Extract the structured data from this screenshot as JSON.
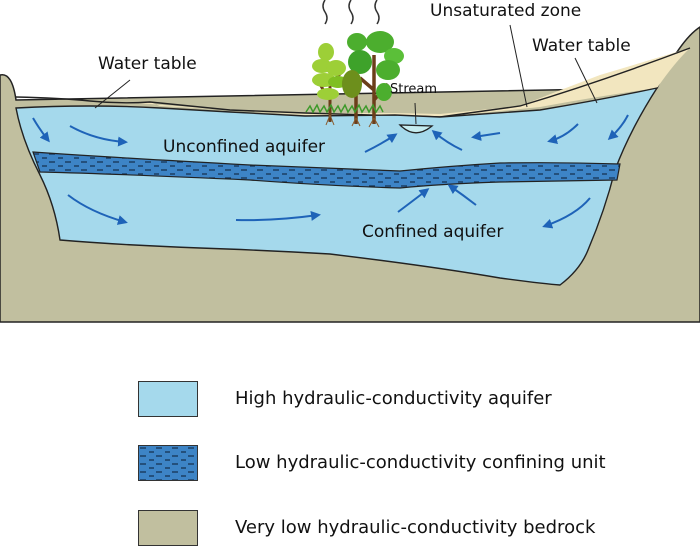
{
  "labels": {
    "unsaturated_zone": "Unsaturated zone",
    "water_table_left": "Water table",
    "water_table_right": "Water table",
    "stream": "Stream",
    "unconfined_aquifer": "Unconfined aquifer",
    "confined_aquifer": "Confined aquifer"
  },
  "legend": [
    {
      "label": "High hydraulic-conductivity aquifer",
      "color": "#a5d9ec"
    },
    {
      "label": "Low hydraulic-conductivity confining unit",
      "color": "#3d84c6"
    },
    {
      "label": "Very low hydraulic-conductivity bedrock",
      "color": "#c1bf9f"
    }
  ],
  "colors": {
    "aquifer": "#a5d9ec",
    "confining": "#3d84c6",
    "bedrock": "#c1bf9f",
    "unsaturated": "#f2e6bf",
    "arrow": "#1e63b8",
    "outline": "#222222"
  },
  "icons": [
    "tree-icon",
    "heat-wave-icon",
    "flow-arrow-icon"
  ]
}
